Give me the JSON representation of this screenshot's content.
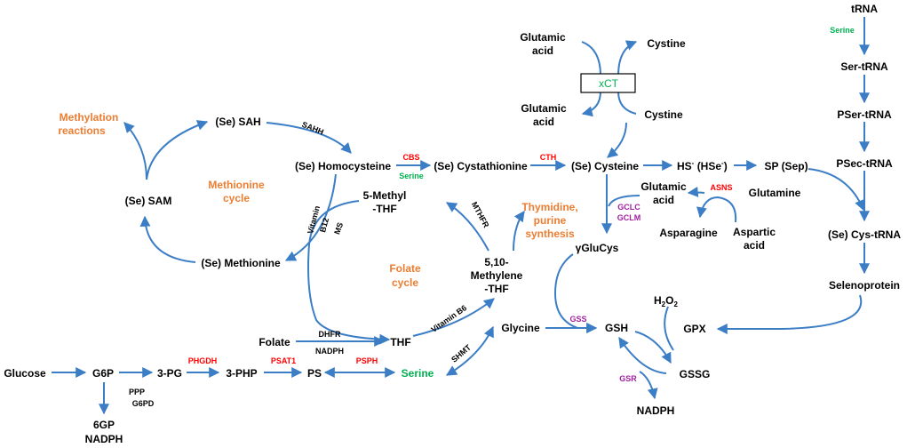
{
  "colors": {
    "arrow": "#3c7ec6",
    "metabolite": "#000000",
    "cycle_label": "#ed7d31",
    "enzyme_red": "#ff0000",
    "enzyme_green": "#00b050",
    "enzyme_purple": "#a020a0"
  },
  "nodes": {
    "glucose": "Glucose",
    "g6p": "G6P",
    "pg3": "3-PG",
    "php3": "3-PHP",
    "ps": "PS",
    "serine_main": "Serine",
    "gp6": "6GP",
    "nadph_bottom": "NADPH",
    "folate": "Folate",
    "thf": "THF",
    "methylene_1": "5,10-",
    "methylene_2": "Methylene",
    "methylene_3": "-THF",
    "methyl_1": "5-Methyl",
    "methyl_2": "-THF",
    "glycine": "Glycine",
    "sam": "(Se) SAM",
    "sah": "(Se) SAH",
    "homocysteine": "(Se) Homocysteine",
    "cystathionine": "(Se) Cystathionine",
    "cysteine": "(Se) Cysteine",
    "methionine": "(Se) Methionine",
    "hs_main": "HS",
    "hs_sup": "-",
    "hse_main": "(HSe",
    "hse_sup": "-",
    "hse_close": ")",
    "sp": "SP (Sep)",
    "glutamic_acid_top_1": "Glutamic",
    "glutamic_acid_top_2": "acid",
    "cystine_top": "Cystine",
    "glutamic_acid_mid_1": "Glutamic",
    "glutamic_acid_mid_2": "acid",
    "cystine_mid": "Cystine",
    "glutamic_acid_right_1": "Glutamic",
    "glutamic_acid_right_2": "acid",
    "glutamine": "Glutamine",
    "asparagine": "Asparagine",
    "aspartic_1": "Aspartic",
    "aspartic_2": "acid",
    "gglucys": "γGluCys",
    "gsh": "GSH",
    "gssg": "GSSG",
    "h2o2_h": "H",
    "h2o2_2a": "2",
    "h2o2_o": "O",
    "h2o2_2b": "2",
    "gpx": "GPX",
    "nadph_gsr": "NADPH",
    "trna": "tRNA",
    "ser_trna": "Ser-tRNA",
    "pser_trna": "PSer-tRNA",
    "psec_trna": "PSec-tRNA",
    "cys_trna": "(Se) Cys-tRNA",
    "selenoprotein": "Selenoprotein"
  },
  "enzymes": {
    "sahh": "SAHH",
    "cbs": "CBS",
    "cbs_serine": "Serine",
    "cth": "CTH",
    "vitamin_1": "Vitamin",
    "vitamin_2": "B12",
    "ms": "MS",
    "mthfr": "MTHFR",
    "vitamin_b6": "Vitamin B6",
    "shmt": "SHMT",
    "dhfr": "DHFR",
    "nadph_dhfr": "NADPH",
    "phgdh": "PHGDH",
    "psat1": "PSAT1",
    "psph": "PSPH",
    "ppp": "PPP",
    "g6pd": "G6PD",
    "xct": "xCT",
    "gclc": "GCLC",
    "gclm": "GCLM",
    "asns": "ASNS",
    "gss": "GSS",
    "gsr": "GSR",
    "trna_serine": "Serine"
  },
  "cycle_labels": {
    "methylation_1": "Methylation",
    "methylation_2": "reactions",
    "methionine_1": "Methionine",
    "methionine_2": "cycle",
    "folate_1": "Folate",
    "folate_2": "cycle",
    "thymidine_1": "Thymidine,",
    "thymidine_2": "purine",
    "thymidine_3": "synthesis"
  }
}
